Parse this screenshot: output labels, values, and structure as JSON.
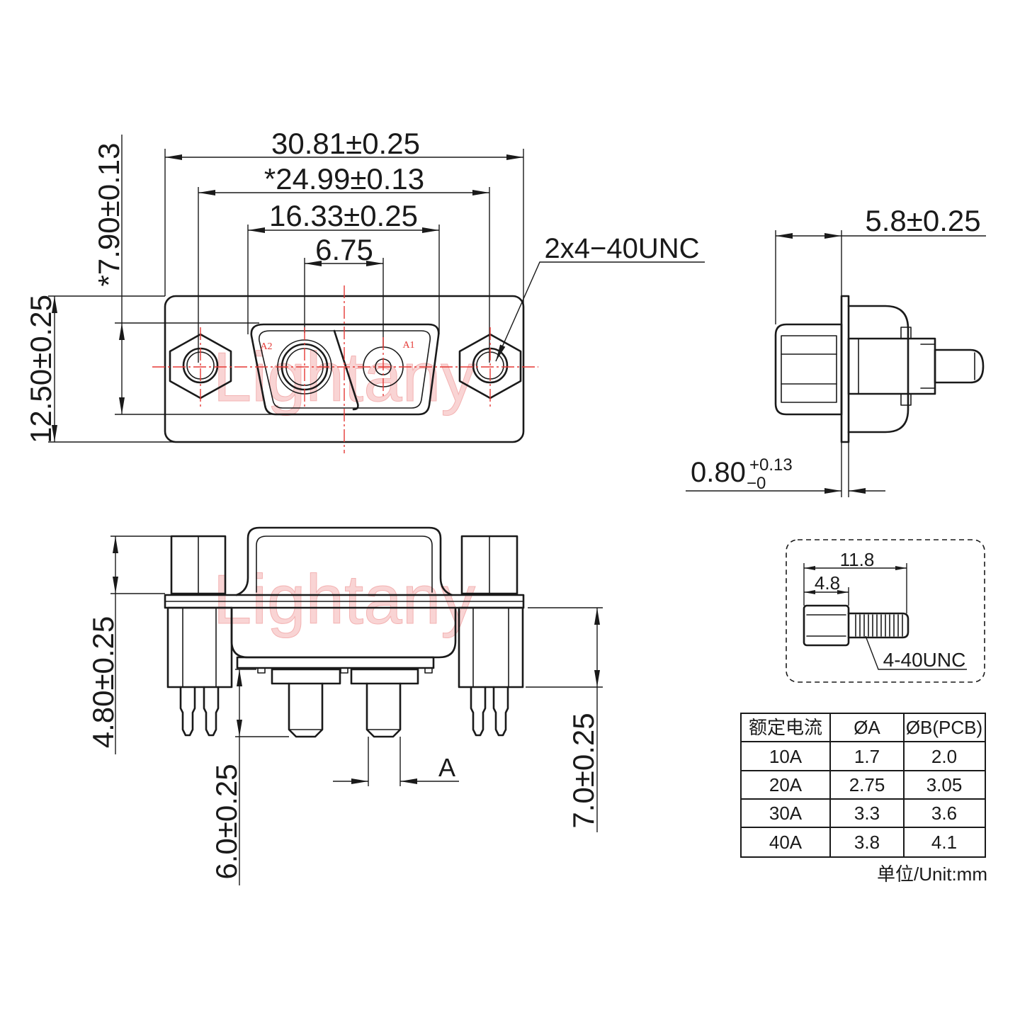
{
  "front_view": {
    "overall_width": "30.81±0.25",
    "mounting_hole_spacing": "*24.99±0.13",
    "shell_width": "16.33±0.25",
    "contact_spacing": "6.75",
    "thread_callout": "2x4−40UNC",
    "shell_height": "*7.90±0.13",
    "flange_height": "12.50±0.25",
    "contact_a2": "A2",
    "contact_a1": "A1"
  },
  "side_view": {
    "depth": "5.8±0.25",
    "flange_thickness": "0.80",
    "flange_thickness_upper_tol": "+0.13",
    "flange_thickness_lower_tol": "−0"
  },
  "bottom_view": {
    "standoff_height": "4.80±0.25",
    "contact_length": "6.0±0.25",
    "body_depth": "7.0±0.25",
    "pin_diameter_label": "A"
  },
  "standoff_detail": {
    "overall_length": "11.8",
    "hex_length": "4.8",
    "thread_callout": "4-40UNC"
  },
  "rating_table": {
    "headers": [
      "额定电流",
      "ØA",
      "ØB(PCB)"
    ],
    "rows": [
      [
        "10A",
        "1.7",
        "2.0"
      ],
      [
        "20A",
        "2.75",
        "3.05"
      ],
      [
        "30A",
        "3.3",
        "3.6"
      ],
      [
        "40A",
        "3.8",
        "4.1"
      ]
    ]
  },
  "unit_note": "单位/Unit:mm",
  "watermark": "Lightany",
  "colors": {
    "line": "#1a1a1a",
    "centerline": "#e53935",
    "watermark": "#f7c6c6"
  }
}
